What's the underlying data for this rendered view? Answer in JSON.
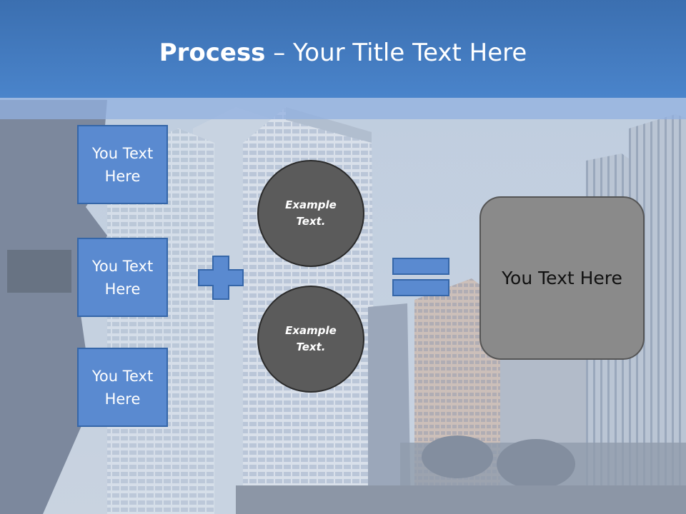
{
  "title": {
    "strong": "Process",
    "rest": " – Your Title Text Here"
  },
  "left_boxes": [
    {
      "label": "You Text Here"
    },
    {
      "label": "You Text Here"
    },
    {
      "label": "You Text Here"
    }
  ],
  "circles": [
    {
      "label": "Example Text."
    },
    {
      "label": "Example Text."
    }
  ],
  "result": {
    "label": "You Text Here"
  },
  "icons": {
    "plus": "plus-icon",
    "equals": "equals-icon"
  },
  "colors": {
    "title_bar": "#4a84cb",
    "box_fill": "#5a8ad0",
    "circle_fill": "#5b5b5b",
    "result_fill": "#8a8a8a",
    "symbol_fill": "#5a8ad0"
  }
}
